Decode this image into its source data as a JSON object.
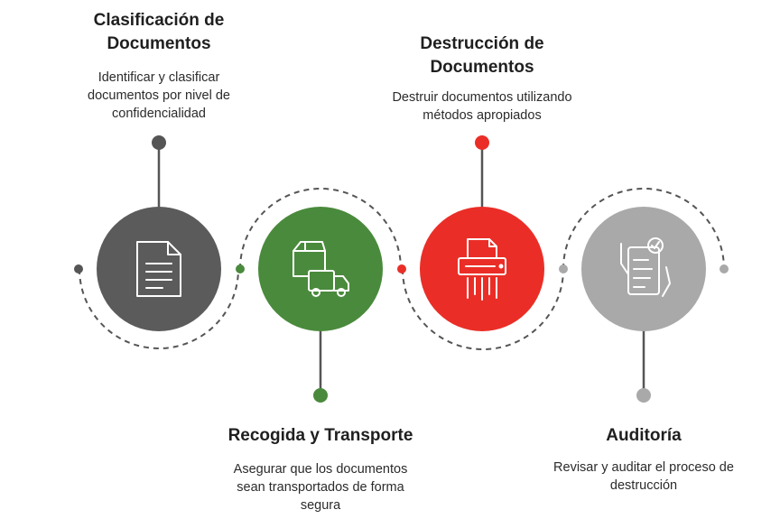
{
  "steps": [
    {
      "title_line1": "Clasificación de",
      "title_line2": "Documentos",
      "desc_line1": "Identificar y clasificar",
      "desc_line2": "documentos por nivel de",
      "desc_line3": "confidencialidad",
      "color": "#5b5b5b",
      "icon": "document-icon"
    },
    {
      "title_line1": "Recogida y Transporte",
      "desc_line1": "Asegurar que los documentos",
      "desc_line2": "sean transportados de forma",
      "desc_line3": "segura",
      "color": "#4a8a3c",
      "icon": "box-truck-icon"
    },
    {
      "title_line1": "Destrucción de",
      "title_line2": "Documentos",
      "desc_line1": "Destruir documentos utilizando",
      "desc_line2": "métodos apropiados",
      "color": "#ea2e27",
      "icon": "shredder-icon"
    },
    {
      "title_line1": "Auditoría",
      "desc_line1": "Revisar y auditar el proceso de",
      "desc_line2": "destrucción",
      "color": "#a9a9a9",
      "icon": "audit-checklist-icon"
    }
  ]
}
